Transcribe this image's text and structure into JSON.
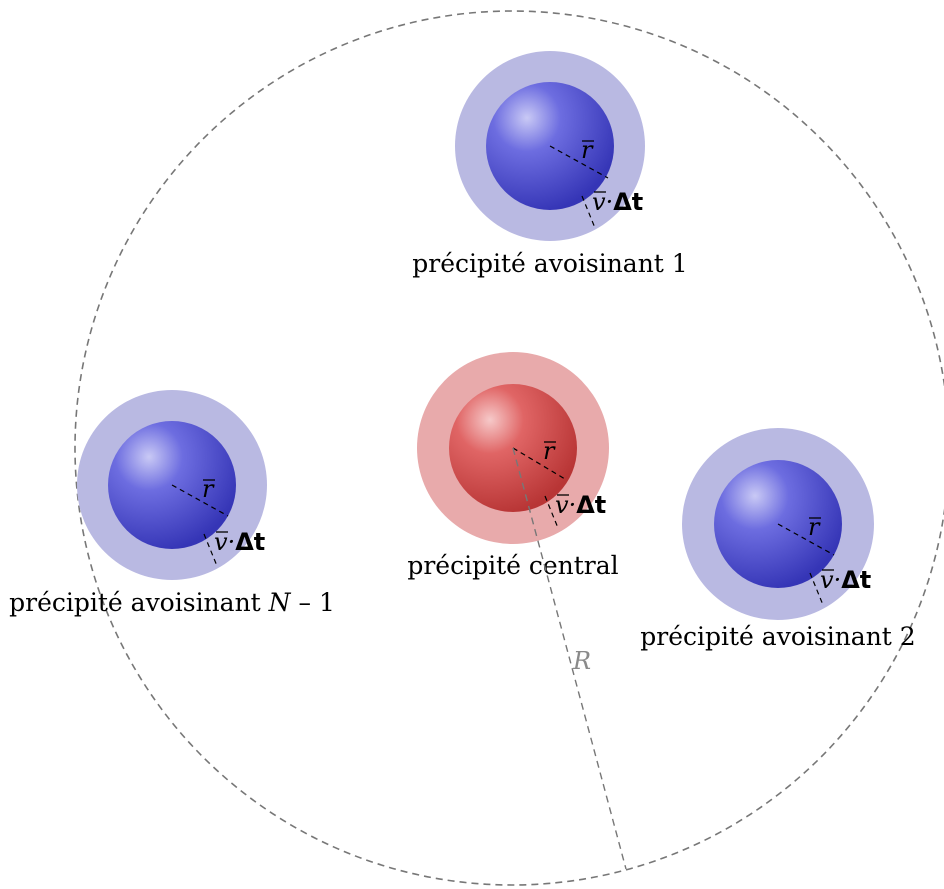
{
  "diagram": {
    "outer_radius_label": "R",
    "radius_symbol": "r",
    "shell_symbol_v": "v",
    "shell_symbol_dot": "·",
    "shell_symbol_delta_t": "Δt",
    "labels": {
      "central": "précipité central",
      "neighbor_1": "précipité avoisinant 1",
      "neighbor_2": "précipité avoisinant 2",
      "neighbor_n_1_prefix": "précipité avoisinant ",
      "neighbor_n_1_var": "N",
      "neighbor_n_1_suffix": " – 1"
    },
    "colors": {
      "central_core": "#d9484d",
      "central_shell": "#e8aaab",
      "neighbor_core": "#4f4fd6",
      "neighbor_shell": "#b9b9e2",
      "outer_boundary": "#777777"
    }
  }
}
